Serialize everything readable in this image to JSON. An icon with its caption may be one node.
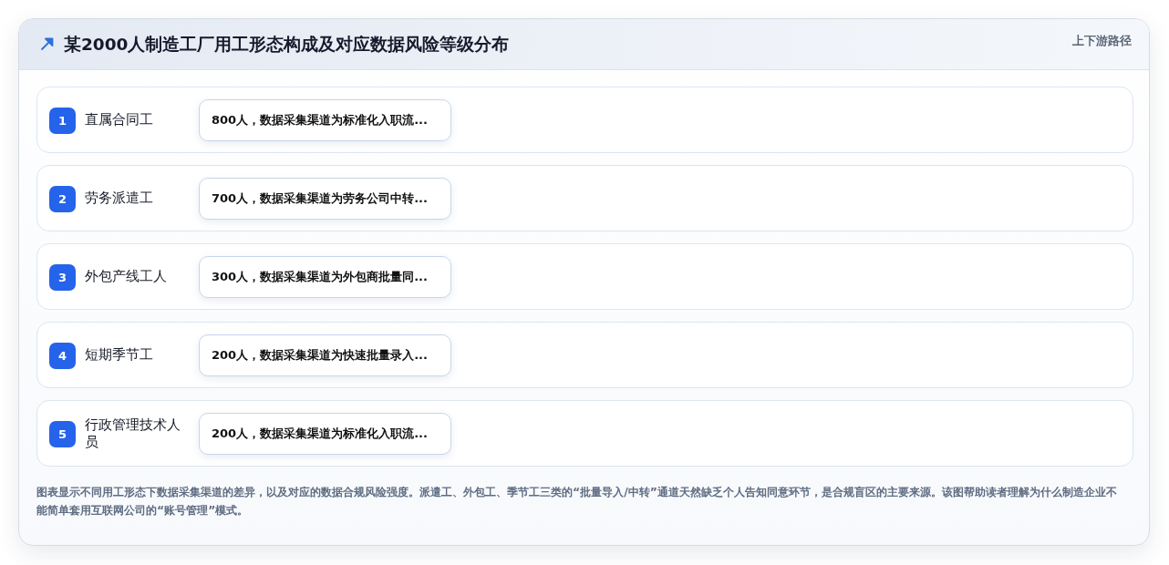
{
  "diagram": {
    "title": "某2000人制造工厂用工形态构成及对应数据风险等级分布",
    "caption": "图表显示不同用工形态下数据采集渠道的差异，以及对应的数据合规风险强度。派遣工、外包工、季节工三类的“批量导入/中转”通道天然缺乏个人告知同意环节，是合规盲区的主要来源。该图帮助读者理解为什么制造企业不能简单套用互联网公司的“账号管理”模式。",
    "nodes": [
      {
        "text": [
          "直属合同工"
        ]
      },
      {
        "text": [
          "1"
        ],
        "in": 0
      },
      {
        "text": [
          "800人，数据采集渠道为标准化入职流..."
        ],
        "in": 0
      },
      {
        "text": [
          "劳务派遣工"
        ]
      },
      {
        "text": [
          "2"
        ],
        "in": 3
      },
      {
        "text": [
          "700人，数据采集渠道为劳务公司中转..."
        ],
        "in": 3
      },
      {
        "text": [
          "外包产线工人"
        ]
      },
      {
        "text": [
          "3"
        ],
        "in": 6
      },
      {
        "text": [
          "300人，数据采集渠道为外包商批量同..."
        ],
        "in": 6
      },
      {
        "text": [
          "短期季节工"
        ]
      },
      {
        "text": [
          "4"
        ],
        "in": 9
      },
      {
        "text": [
          "200人，数据采集渠道为快速批量录入..."
        ],
        "in": 9
      },
      {
        "text": [
          "行政管理技术人员"
        ]
      },
      {
        "text": [
          "5"
        ],
        "in": 12
      },
      {
        "text": [
          "200人，数据采集渠道为标准化入职流..."
        ],
        "in": 12
      }
    ],
    "edges": [],
    "labels": [
      "上下游路径"
    ]
  }
}
